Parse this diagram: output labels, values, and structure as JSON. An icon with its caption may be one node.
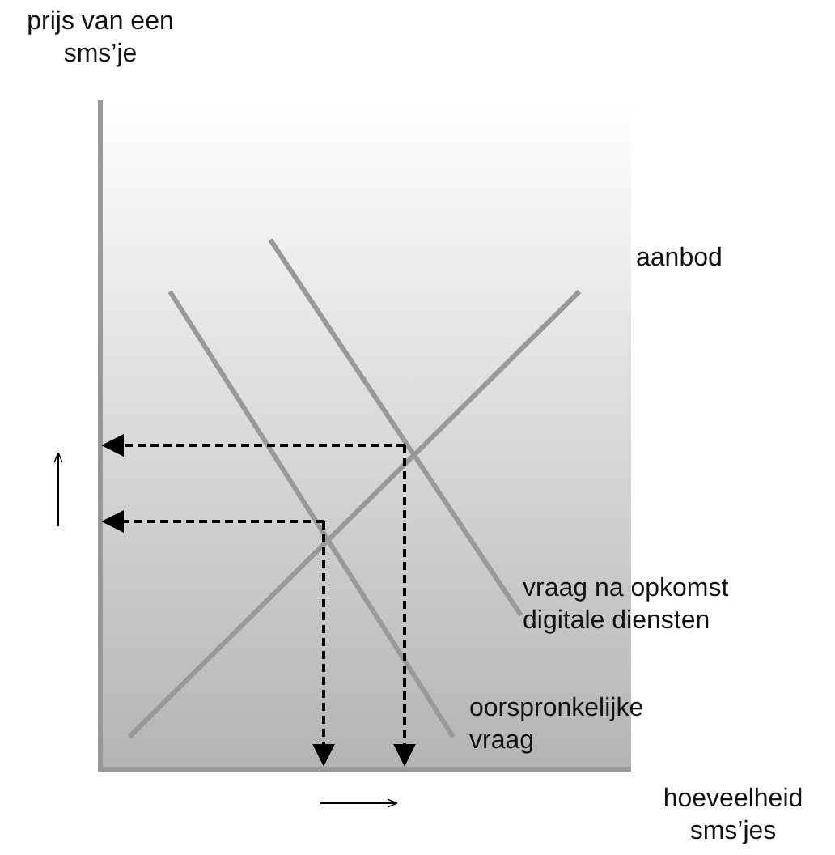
{
  "diagram": {
    "labels": [
      "prijs van een sms’je",
      "aanbod",
      "vraag na opkomst digitale diensten",
      "oorspronkelijke vraag",
      "hoeveelheid sms’jes"
    ]
  }
}
